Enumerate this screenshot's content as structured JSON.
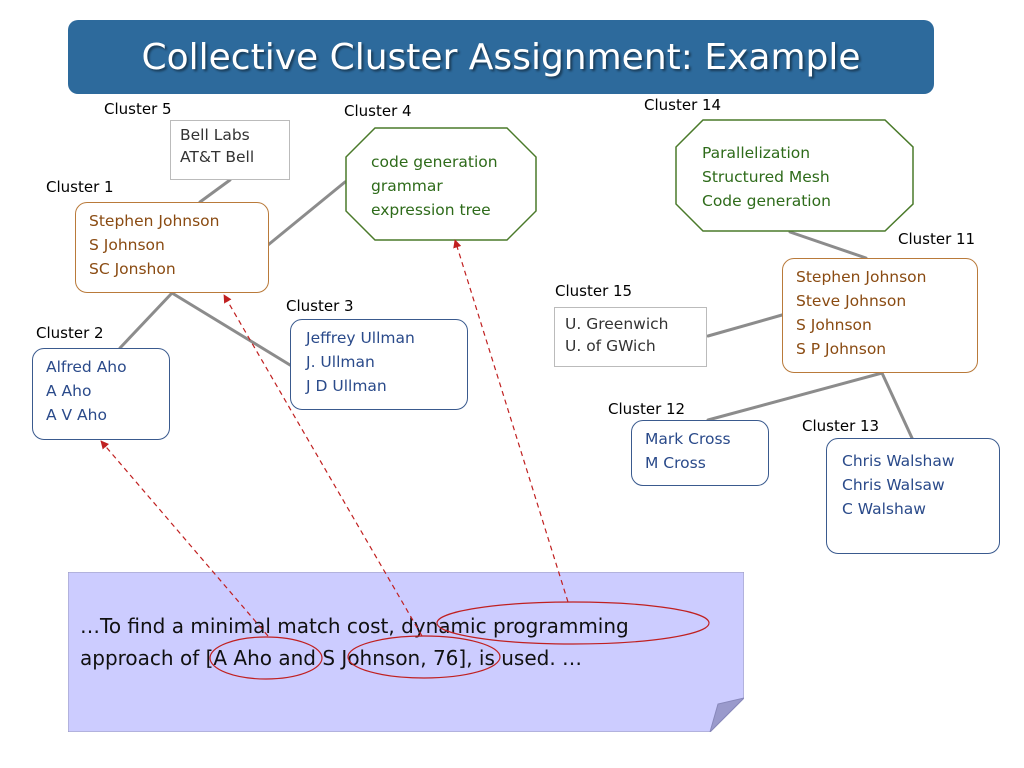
{
  "title": "Collective Cluster Assignment: Example",
  "clusters": {
    "c5": {
      "label": "Cluster 5",
      "lines": [
        "Bell Labs",
        "AT&T Bell"
      ]
    },
    "c4": {
      "label": "Cluster 4",
      "lines": [
        "code generation",
        "grammar",
        "expression tree"
      ]
    },
    "c1": {
      "label": "Cluster 1",
      "lines": [
        "Stephen Johnson",
        "S Johnson",
        "SC Jonshon"
      ]
    },
    "c3": {
      "label": "Cluster 3",
      "lines": [
        "Jeffrey Ullman",
        "J. Ullman",
        "J D Ullman"
      ]
    },
    "c2": {
      "label": "Cluster 2",
      "lines": [
        "Alfred Aho",
        "A Aho",
        "A V Aho"
      ]
    },
    "c14": {
      "label": "Cluster 14",
      "lines": [
        "Parallelization",
        "Structured Mesh",
        "Code generation"
      ]
    },
    "c11": {
      "label": "Cluster 11",
      "lines": [
        "Stephen Johnson",
        "Steve Johnson",
        "S Johnson",
        "S P Johnson"
      ]
    },
    "c15": {
      "label": "Cluster 15",
      "lines": [
        "U. Greenwich",
        "U. of GWich"
      ]
    },
    "c12": {
      "label": "Cluster 12",
      "lines": [
        "Mark Cross",
        "M Cross"
      ]
    },
    "c13": {
      "label": "Cluster 13",
      "lines": [
        "Chris Walshaw",
        "Chris Walsaw",
        "C Walshaw"
      ]
    }
  },
  "note": {
    "line1": "…To find a minimal match cost, dynamic programming",
    "line2": "approach of [A Aho and S Johnson, 76], is used. …"
  },
  "colors": {
    "title_bg": "#2d6a9c",
    "orange_text": "#8a4b12",
    "blue_text": "#2a4a8a",
    "green_text": "#2e6b1a",
    "note_bg": "#ccccff",
    "arrow_red": "#c02020",
    "connector_gray": "#8c8c8c"
  }
}
